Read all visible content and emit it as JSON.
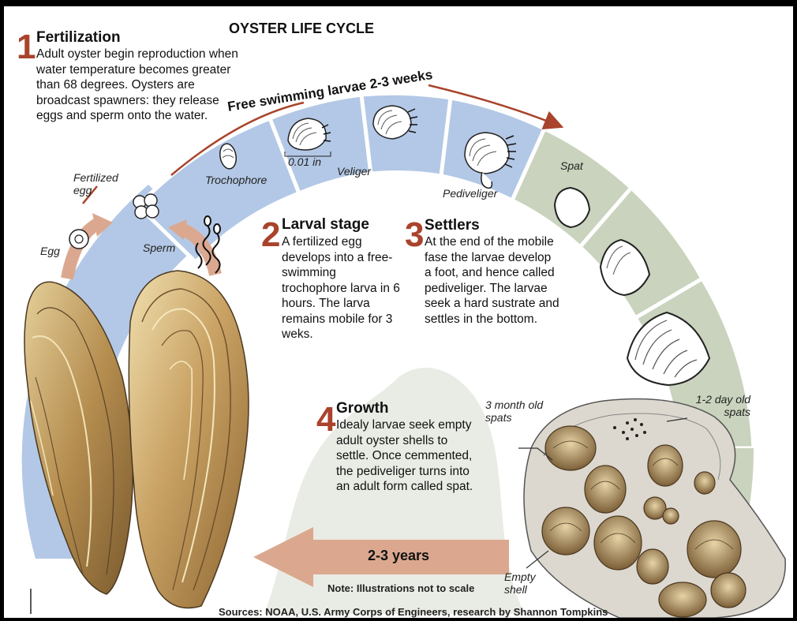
{
  "title": "OYSTER LIFE CYCLE",
  "arc_label": "Free swimming larvae 2-3 weeks",
  "steps": [
    {
      "number": "1",
      "heading": "Fertilization",
      "text": "Adult oyster begin reproduction when water temperature becomes greater than 68 degrees. Oysters are broadcast spawners: they release eggs and sperm onto the water."
    },
    {
      "number": "2",
      "heading": "Larval stage",
      "text": "A fertilized egg develops into a free-swimming trochophore larva in 6 hours. The larva remains mobile for 3 weks."
    },
    {
      "number": "3",
      "heading": "Settlers",
      "text": "At the end of the mobile fase the larvae develop a foot, and hence called pediveliger. The larvae seek a hard sustrate and settles in the bottom."
    },
    {
      "number": "4",
      "heading": "Growth",
      "text": "Idealy larvae seek empty adult oyster shells to settle. Once cemmented, the pediveliger turns into an adult form called spat."
    }
  ],
  "stage_labels": {
    "egg": "Egg",
    "sperm": "Sperm",
    "fertilized_egg": "Fertilized egg",
    "trochophore": "Trochophore",
    "veliger": "Veliger",
    "size_note": "0.01 in",
    "pediveliger": "Pediveliger",
    "spat": "Spat",
    "three_month": "3 month old spats",
    "one_two_day": "1-2 day old spats",
    "empty_shell": "Empty shell"
  },
  "growth_arrow": "2-3 years",
  "note": "Note: Illustrations not to scale",
  "sources": "Sources: NOAA, U.S. Army Corps of Engineers, research by Shannon Tompkins",
  "colors": {
    "blue_arc": "#b3c8e6",
    "green_arc": "#c9d3bd",
    "rust": "#a9432c",
    "arrow": "#dba88f",
    "shell": "#b08a4e"
  }
}
